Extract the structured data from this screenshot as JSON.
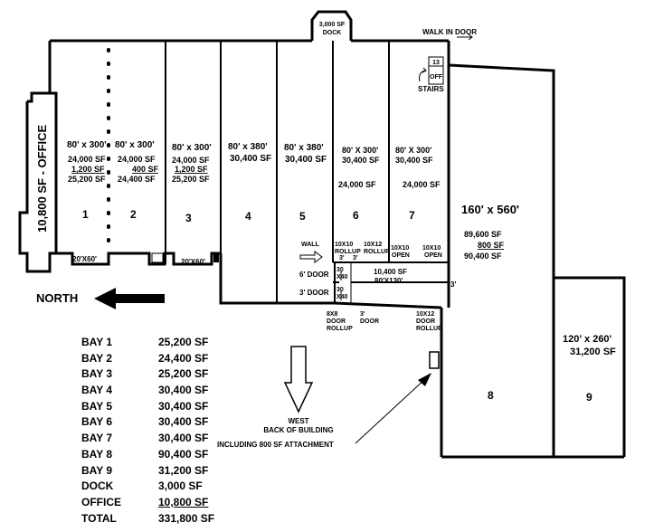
{
  "dock": {
    "line1": "3,000 SF",
    "line2": "DOCK"
  },
  "walk_in_door": "WALK IN DOOR",
  "office_13": "13",
  "office_off": "OFF",
  "stairs": "STAIRS",
  "office_block": "10,800 SF - OFFICE",
  "north": "NORTH",
  "west": {
    "line1": "WEST",
    "line2": "BACK OF BUILDING"
  },
  "attachment_note": "INCLUDING 800 SF ATTACHMENT",
  "bays": [
    {
      "num": "1",
      "dims": "80' x 300'",
      "l1": "24,000 SF",
      "l2": "1,200 SF",
      "l3": "25,200 SF"
    },
    {
      "num": "2",
      "dims": "80' x 300'",
      "l1": "24,000 SF",
      "l2": "400 SF",
      "l3": "24,400 SF"
    },
    {
      "num": "3",
      "dims": "80' x 300'",
      "l1": "24,000 SF",
      "l2": "1,200 SF",
      "l3": "25,200 SF"
    },
    {
      "num": "4",
      "dims": "80' x 380'",
      "l1": "30,400 SF"
    },
    {
      "num": "5",
      "dims": "80' x 380'",
      "l1": "30,400 SF"
    },
    {
      "num": "6",
      "dims": "80' X 300'",
      "l1": "30,400 SF",
      "l2": "24,000 SF"
    },
    {
      "num": "7",
      "dims": "80' X 300'",
      "l1": "30,400 SF",
      "l2": "24,000 SF"
    },
    {
      "num": "8",
      "dims": "160' x 560'",
      "l1": "89,600 SF",
      "l2": "800 SF",
      "l3": "90,400 SF"
    },
    {
      "num": "9",
      "dims": "120' x 260'",
      "l1": "31,200 SF"
    }
  ],
  "labels": {
    "small_20x60_a": "20'X60'",
    "small_20x60_b": "20'X60'",
    "wall": "WALL",
    "d10x10_rollup_a": "10X10",
    "d10x10_rollup_b": "ROLLUP",
    "d10x12_rollup_a": "10X12",
    "d10x12_rollup_b": "ROLLUP",
    "d10x10_open_a": "10X10",
    "d10x10_open_b": "OPEN",
    "d10x10_open_c": "10X10",
    "d10x10_open_d": "OPEN",
    "three_a": "3'",
    "three_b": "3'",
    "six_door": "6' DOOR",
    "three_door": "3' DOOR",
    "r30x40a_1": "30",
    "r30x40a_2": "X40",
    "r30x40b_1": "30",
    "r30x40b_2": "X40",
    "room_10400_a": "10,400 SF",
    "room_10400_b": "80'X130'",
    "three_c": "3'",
    "d8x8_a": "8X8",
    "d8x8_b": "DOOR",
    "d8x8_c": "ROLLUP",
    "three_door_b1": "3'",
    "three_door_b2": "DOOR",
    "d10x12b_a": "10X12",
    "d10x12b_b": "DOOR",
    "d10x12b_c": "ROLLUP"
  },
  "summary": [
    {
      "name": "BAY 1",
      "value": "25,200 SF"
    },
    {
      "name": "BAY 2",
      "value": "24,400 SF"
    },
    {
      "name": "BAY 3",
      "value": "25,200 SF"
    },
    {
      "name": "BAY 4",
      "value": "30,400 SF"
    },
    {
      "name": "BAY 5",
      "value": "30,400 SF"
    },
    {
      "name": "BAY 6",
      "value": "30,400 SF"
    },
    {
      "name": "BAY 7",
      "value": "30,400 SF"
    },
    {
      "name": "BAY 8",
      "value": "90,400 SF"
    },
    {
      "name": "BAY 9",
      "value": "31,200 SF"
    },
    {
      "name": "DOCK",
      "value": "3,000 SF"
    },
    {
      "name": "OFFICE",
      "value": "10,800 SF"
    },
    {
      "name": "TOTAL",
      "value": "331,800 SF"
    }
  ]
}
